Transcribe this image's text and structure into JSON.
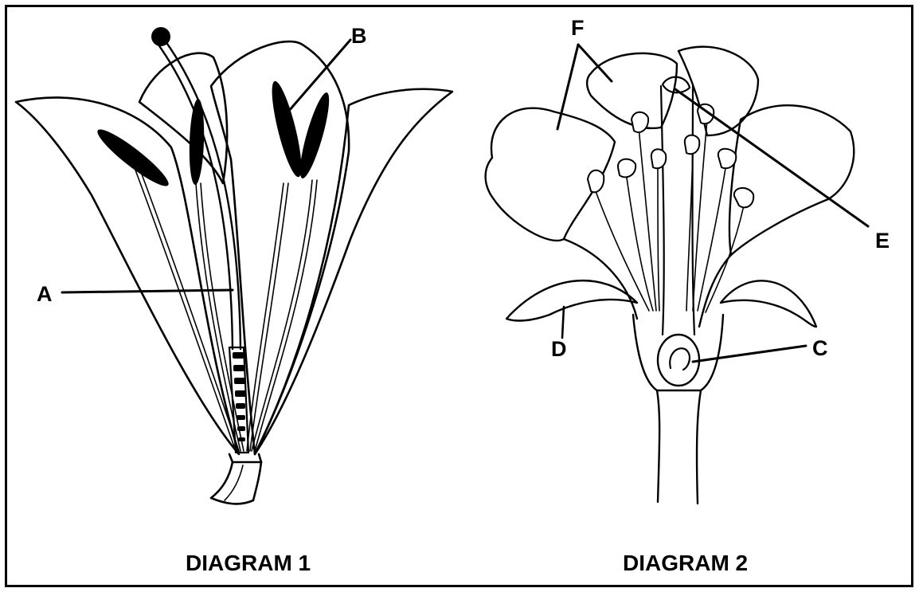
{
  "diagram1": {
    "caption": "DIAGRAM 1",
    "labels": {
      "a": "A",
      "b": "B"
    }
  },
  "diagram2": {
    "caption": "DIAGRAM 2",
    "labels": {
      "c": "C",
      "d": "D",
      "e": "E",
      "f": "F"
    }
  },
  "colors": {
    "ink": "#000000",
    "background": "#ffffff"
  }
}
